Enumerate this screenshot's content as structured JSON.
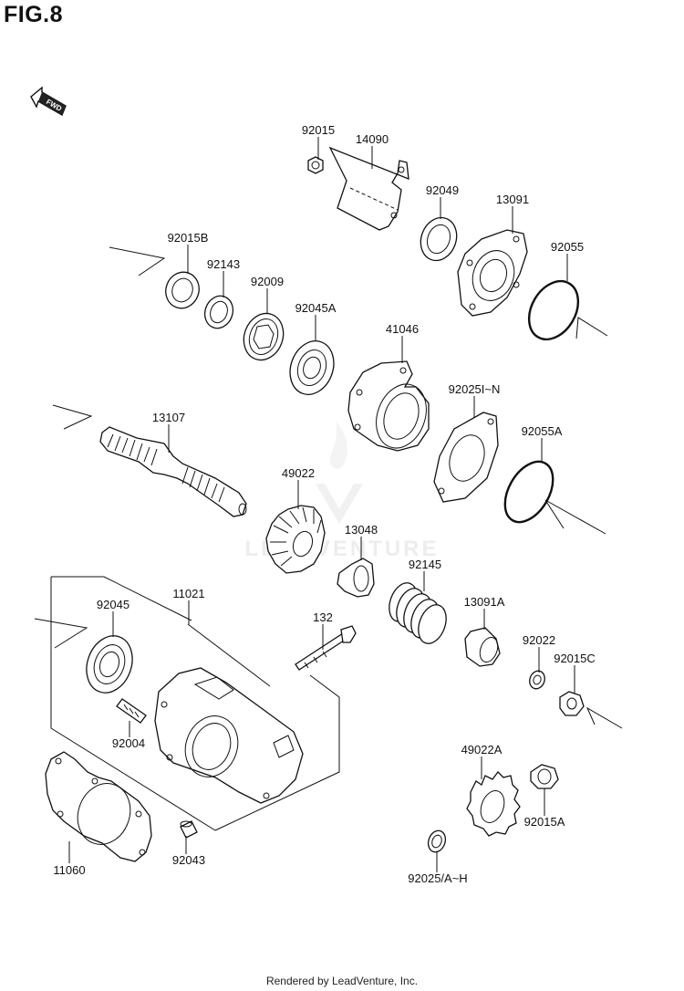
{
  "figure_title": "FIG.8",
  "fwd_label": "FWD",
  "watermark_text": "LEADVENTURE",
  "footer_text": "Rendered by LeadVenture, Inc.",
  "labels": {
    "p92015": "92015",
    "p14090": "14090",
    "p92049": "92049",
    "p13091": "13091",
    "p92015B": "92015B",
    "p92143": "92143",
    "p92009": "92009",
    "p92045A": "92045A",
    "p92055": "92055",
    "p41046": "41046",
    "p92025I_N": "92025I~N",
    "p13107": "13107",
    "p92055A": "92055A",
    "p49022": "49022",
    "p13048": "13048",
    "p92145": "92145",
    "p11021": "11021",
    "p92045": "92045",
    "p132": "132",
    "p13091A": "13091A",
    "p92022": "92022",
    "p92015C": "92015C",
    "p92004": "92004",
    "p49022A": "49022A",
    "p92015A": "92015A",
    "p11060": "11060",
    "p92043": "92043",
    "p92025_A_H": "92025/A~H"
  }
}
